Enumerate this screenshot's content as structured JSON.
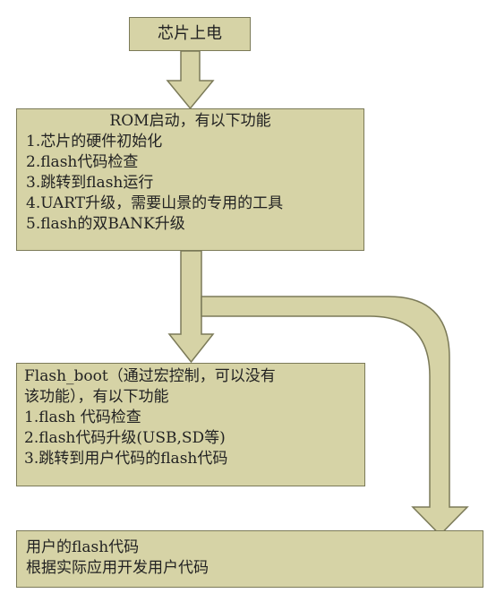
{
  "colors": {
    "box_fill": "#d6d3a6",
    "box_border": "#7b7a58",
    "text": "#222222"
  },
  "nodes": {
    "power_on": {
      "text": "芯片上电"
    },
    "rom_boot": {
      "title": "ROM启动，有以下功能",
      "items": [
        "1.芯片的硬件初始化",
        "2.flash代码检查",
        "3.跳转到flash运行",
        "4.UART升级，需要山景的专用的工具",
        "5.flash的双BANK升级"
      ]
    },
    "flash_boot": {
      "lines": [
        "Flash_boot（通过宏控制，可以没有",
        "该功能），有以下功能",
        "1.flash 代码检查",
        "2.flash代码升级(USB,SD等)",
        "3.跳转到用户代码的flash代码"
      ]
    },
    "user_code": {
      "lines": [
        "用户的flash代码",
        "根据实际应用开发用户代码"
      ]
    }
  },
  "edges": [
    {
      "from": "power_on",
      "to": "rom_boot"
    },
    {
      "from": "rom_boot",
      "to": "flash_boot"
    },
    {
      "from": "rom_boot",
      "to": "user_code"
    }
  ]
}
